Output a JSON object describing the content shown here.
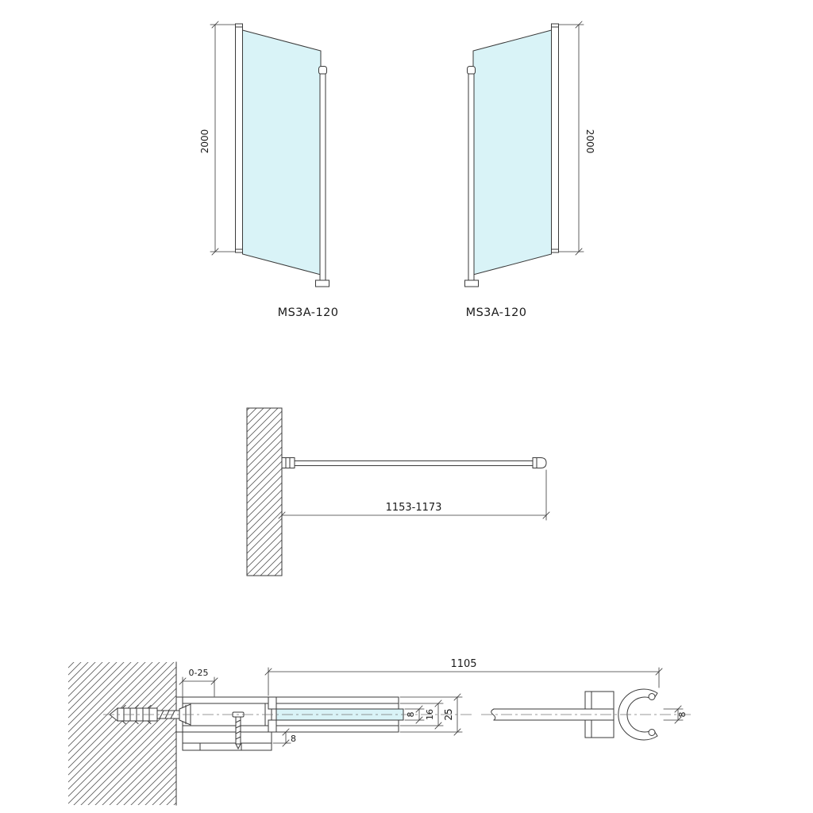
{
  "colors": {
    "glass": "#d9f3f7",
    "line": "#3a3a3a"
  },
  "panels": {
    "left": {
      "label": "MS3A-120",
      "height_dim": "2000"
    },
    "right": {
      "label": "MS3A-120",
      "height_dim": "2000"
    }
  },
  "top_view": {
    "width_dim": "1153-1173"
  },
  "section": {
    "adjust_dim": "0-25",
    "length_dim": "1105",
    "glass_thickness_dim": "8",
    "slot_dim": "16",
    "profile_height_dim": "25",
    "bottom_dim": "8"
  },
  "end_view": {
    "glass_thickness_dim": "8"
  }
}
